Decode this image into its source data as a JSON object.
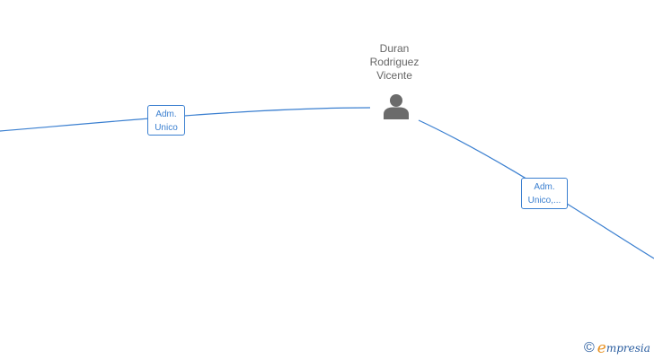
{
  "person": {
    "name_lines": [
      "Duran",
      "Rodriguez",
      "Vicente"
    ],
    "icon": "person-icon"
  },
  "relations": [
    {
      "label_lines": [
        "Adm.",
        "Unico"
      ]
    },
    {
      "label_lines": [
        "Adm.",
        "Unico,..."
      ]
    }
  ],
  "watermark": {
    "symbol": "©",
    "brand_initial": "e",
    "brand_rest": "mpresia"
  },
  "colors": {
    "edge": "#3a7fd0",
    "label_text": "#3a7fd0",
    "person_icon": "#6b6b6b",
    "name_text": "#666666",
    "brand_orange": "#e8901f",
    "brand_blue": "#2a5d9f"
  }
}
